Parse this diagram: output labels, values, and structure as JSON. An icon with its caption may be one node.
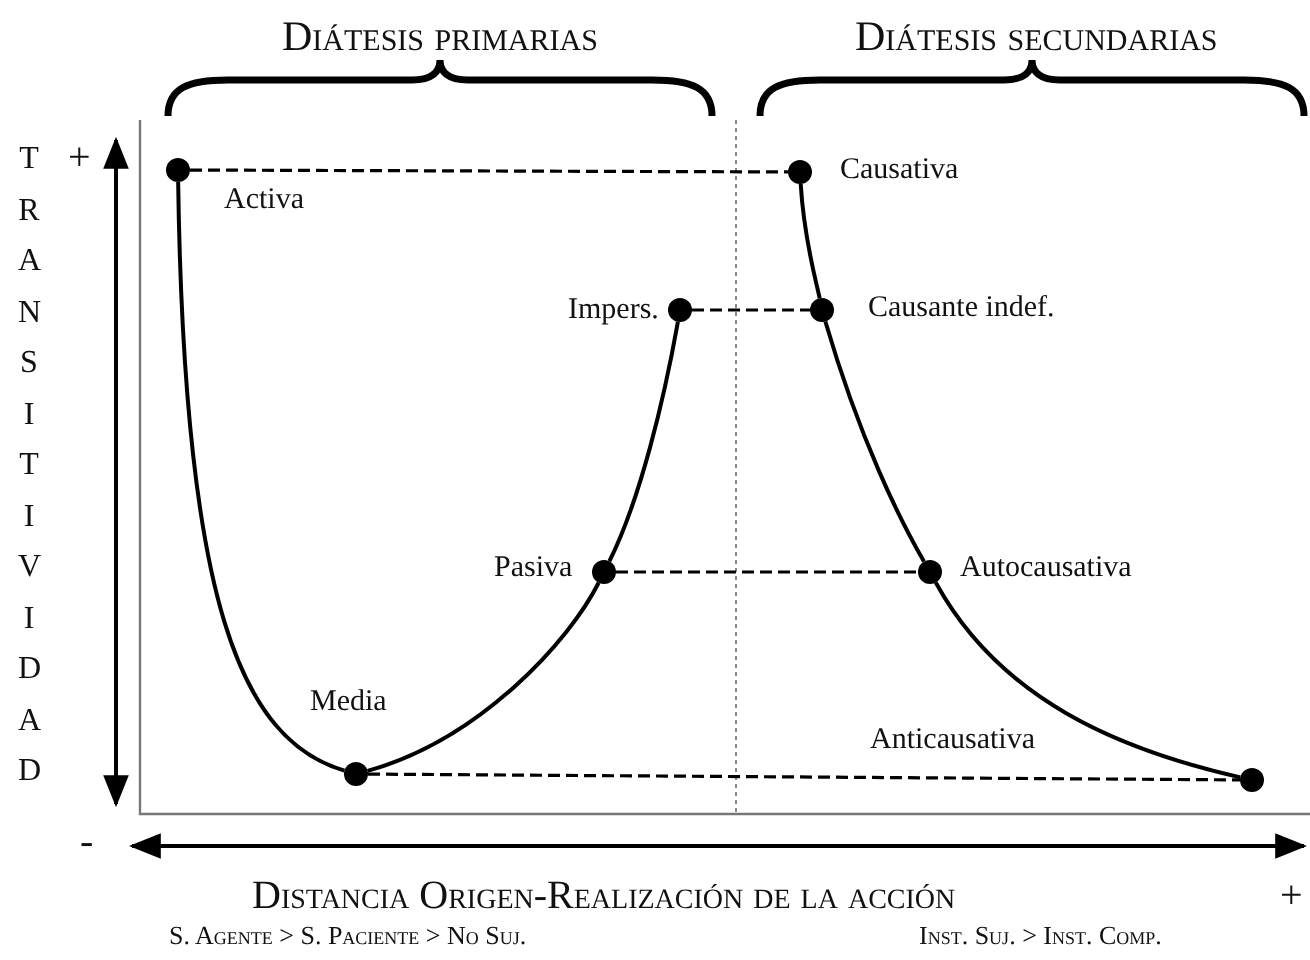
{
  "diagram": {
    "nodes": [
      {
        "text": [],
        "shape": "circle",
        "beside": [
          "Activa"
        ]
      },
      {
        "text": [],
        "shape": "circle",
        "beside": [
          "Causativa"
        ]
      },
      {
        "text": [],
        "shape": "circle",
        "beside": [
          "Impers."
        ]
      },
      {
        "text": [],
        "shape": "circle",
        "beside": [
          "Causante indef."
        ]
      },
      {
        "text": [],
        "shape": "circle",
        "beside": [
          "Pasiva"
        ]
      },
      {
        "text": [],
        "shape": "circle",
        "beside": [
          "Autocausativa"
        ]
      },
      {
        "text": [],
        "shape": "circle",
        "beside": [
          "Media"
        ]
      },
      {
        "text": [],
        "shape": "circle"
      }
    ],
    "edges": [
      {
        "from": 0,
        "to": 1,
        "arrow": "none",
        "style": "dashed"
      },
      {
        "from": 0,
        "to": 6,
        "arrow": "none"
      },
      {
        "from": 1,
        "to": 3,
        "arrow": "none"
      },
      {
        "from": 2,
        "to": 3,
        "arrow": "none",
        "style": "dashed"
      },
      {
        "from": 4,
        "to": 2,
        "arrow": "none"
      },
      {
        "from": 3,
        "to": 5,
        "arrow": "none"
      },
      {
        "from": 4,
        "to": 5,
        "arrow": "none",
        "style": "dashed"
      },
      {
        "from": 6,
        "to": 4,
        "arrow": "none"
      },
      {
        "from": 5,
        "to": 7,
        "arrow": "none"
      },
      {
        "from": 6,
        "to": 7,
        "arrow": "none",
        "style": "dashed"
      }
    ],
    "labels": [
      "Diátesis primarias",
      "Diátesis secundarias",
      "TRANSITIVIDAD",
      "+",
      "Anticausativa",
      "-",
      "Distancia Origen-Realización de la acción",
      "+",
      "S. Agente > S. Paciente > No Suj.",
      "Inst. Suj. > Inst. Comp."
    ]
  }
}
